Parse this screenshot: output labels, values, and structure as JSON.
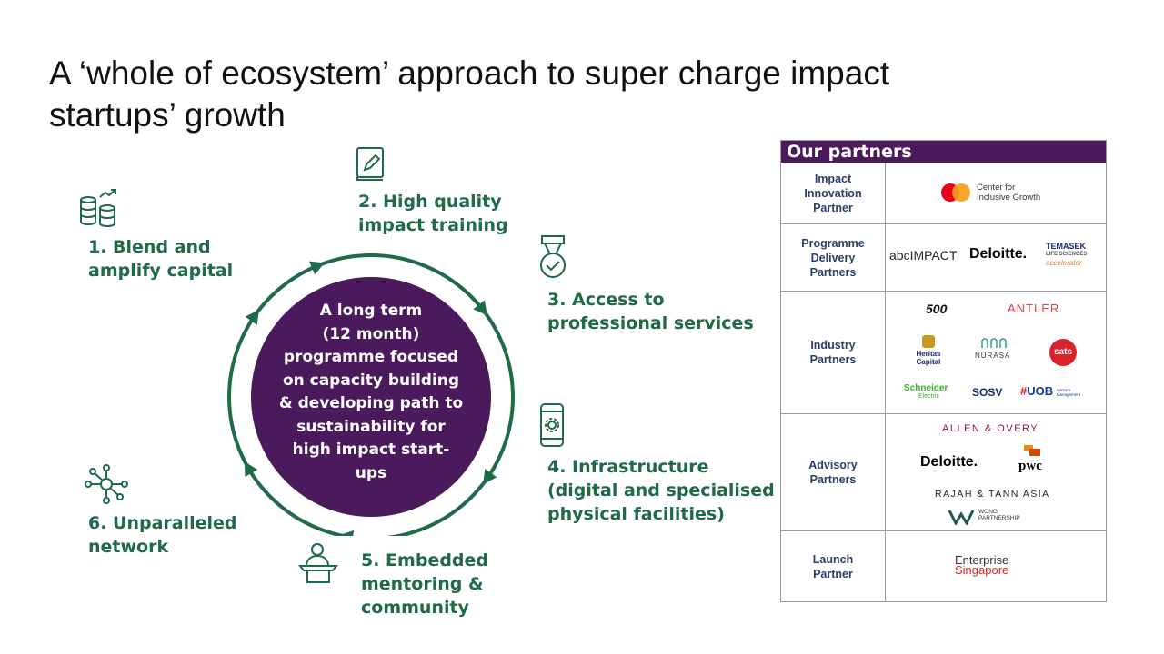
{
  "title": "A ‘whole of ecosystem’ approach to super charge impact startups’ growth",
  "center": {
    "lines": [
      "A long term",
      "(12 month)",
      "programme focused",
      "on capacity building",
      "& developing path to",
      "sustainability for",
      "high impact start-",
      "ups"
    ]
  },
  "pillars": [
    {
      "lines": [
        "1. Blend and",
        "amplify capital"
      ],
      "icon": "coins-growth-icon"
    },
    {
      "lines": [
        "2. High quality",
        "impact training"
      ],
      "icon": "book-pen-icon"
    },
    {
      "lines": [
        "3. Access to",
        "professional services"
      ],
      "icon": "medal-check-icon"
    },
    {
      "lines": [
        "4. Infrastructure",
        "(digital and specialised",
        "physical facilities)"
      ],
      "icon": "phone-gear-icon"
    },
    {
      "lines": [
        "5. Embedded",
        "mentoring &",
        "community"
      ],
      "icon": "presenter-podium-icon"
    },
    {
      "lines": [
        "6. Unparalleled",
        "network"
      ],
      "icon": "network-nodes-icon"
    }
  ],
  "colors": {
    "green": "#1f6b46",
    "purple": "#4a1a5c"
  },
  "partners": {
    "header": "Our partners",
    "rows": [
      {
        "category": [
          "Impact",
          "Innovation",
          "Partner"
        ],
        "logos": [
          "Center for",
          "Inclusive Growth"
        ]
      },
      {
        "category": [
          "Programme",
          "Delivery",
          "Partners"
        ],
        "logos": [
          "abcIMPACT",
          "Deloitte.",
          "TEMASEK",
          "LIFE SCIENCES",
          "accelerator"
        ]
      },
      {
        "category": [
          "Industry",
          "Partners"
        ],
        "logos": [
          "500",
          "ANTLER",
          "Heritas",
          "Capital",
          "NURASA",
          "sats",
          "Schneider",
          "Electric",
          "SOSV",
          "UOB",
          "Venture",
          "Management"
        ]
      },
      {
        "category": [
          "Advisory",
          "Partners"
        ],
        "logos": [
          "ALLEN & OVERY",
          "Deloitte.",
          "pwc",
          "RAJAH & TANN ASIA",
          "WONG",
          "PARTNERSHIP"
        ]
      },
      {
        "category": [
          "Launch",
          "Partner"
        ],
        "logos": [
          "Enterprise",
          "Singapore"
        ]
      }
    ]
  }
}
